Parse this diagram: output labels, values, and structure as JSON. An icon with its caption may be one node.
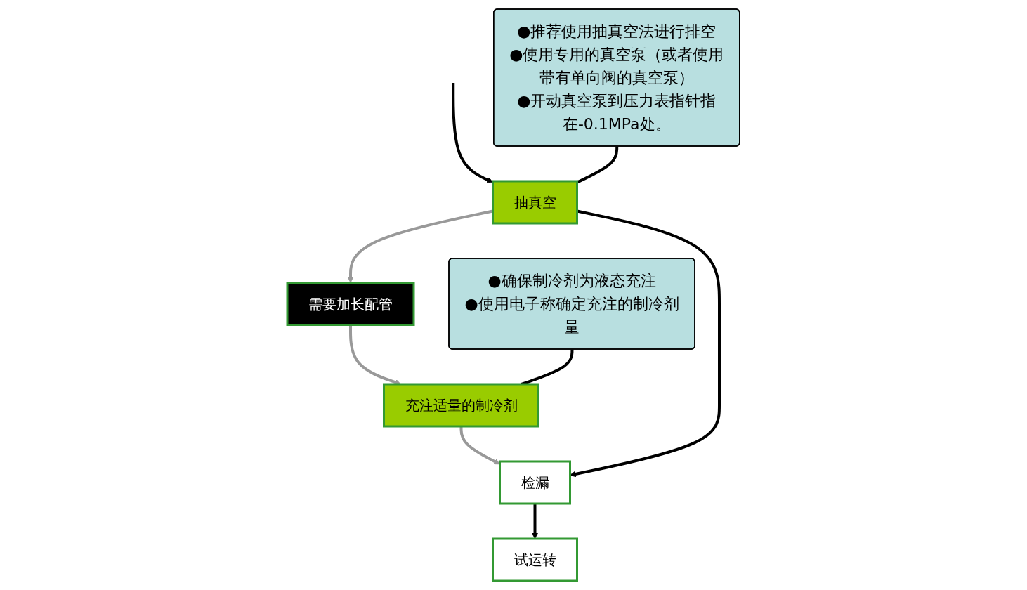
{
  "diagram": {
    "nodes": [
      {
        "text": [
          "抽真空"
        ]
      },
      {
        "text": [
          "需要加长配管"
        ]
      },
      {
        "text": [
          "充注适量的制冷剂"
        ]
      },
      {
        "text": [
          "检漏"
        ]
      },
      {
        "text": [
          "试运转"
        ]
      },
      {
        "text": [
          "●推荐使用抽真空法进行排空",
          "●使用专用的真空泵（或者使用带有单向阀的真空泵）",
          "●开动真空泵到压力表指针指在-0.1MPa处。"
        ]
      },
      {
        "text": [
          "●确保制冷剂为液态充注",
          "●使用电子称确定充注的制冷剂量"
        ]
      }
    ],
    "edges": [
      {
        "from": null,
        "to": 0,
        "arrow": "to"
      },
      {
        "from": 0,
        "to": 1,
        "arrow": "to",
        "color": "#999999"
      },
      {
        "from": 1,
        "to": 2,
        "arrow": "to",
        "color": "#999999"
      },
      {
        "from": 2,
        "to": 3,
        "arrow": "to",
        "color": "#999999"
      },
      {
        "from": 0,
        "to": 3,
        "arrow": "to"
      },
      {
        "from": 3,
        "to": 4,
        "arrow": "to"
      },
      {
        "from": 5,
        "to": 0,
        "arrow": "none"
      },
      {
        "from": 6,
        "to": 2,
        "arrow": "none"
      }
    ]
  }
}
